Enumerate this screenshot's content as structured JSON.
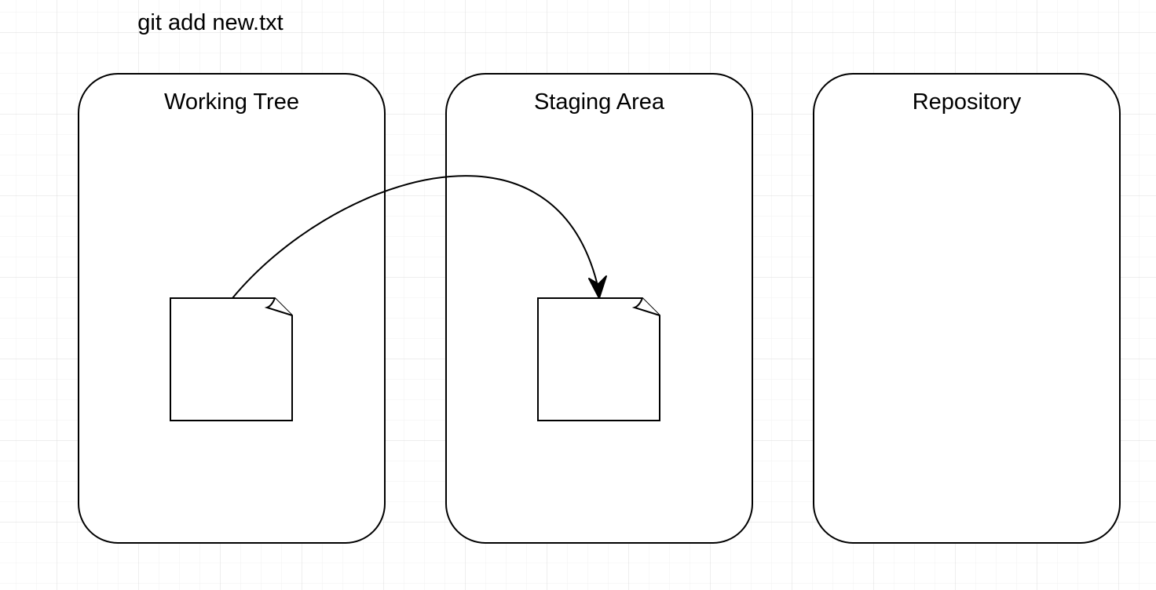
{
  "command": "git add new.txt",
  "areas": [
    {
      "label": "Working Tree"
    },
    {
      "label": "Staging Area"
    },
    {
      "label": "Repository"
    }
  ],
  "colors": {
    "stroke": "#000000",
    "grid_minor": "#f0f0f0",
    "grid_major": "#dcdcdc"
  }
}
